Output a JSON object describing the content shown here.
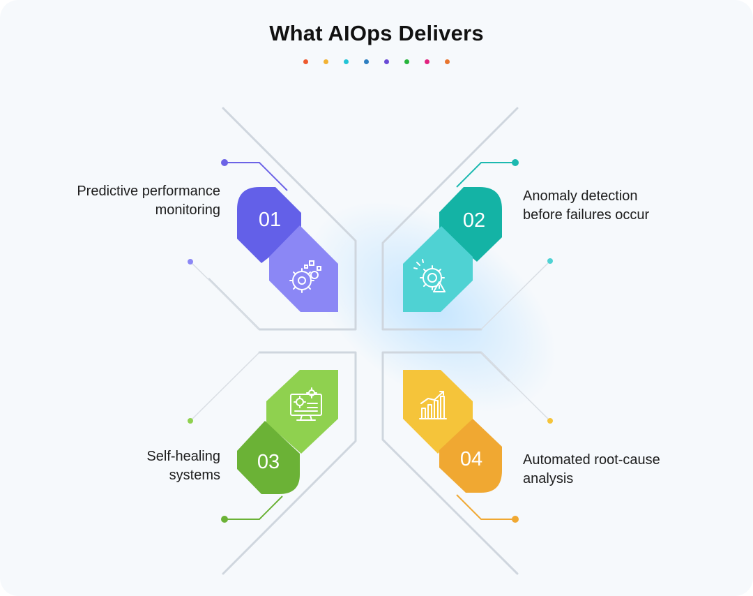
{
  "title": "What AIOps Delivers",
  "dot_colors": [
    "#ee5a2e",
    "#f2b233",
    "#22c4d6",
    "#2d7fc1",
    "#6a4bd6",
    "#27b53c",
    "#e1227f",
    "#e8752e"
  ],
  "items": [
    {
      "number": "01",
      "label_line1": "Predictive performance",
      "label_line2": "monitoring",
      "icon": "gears-icon",
      "color_dark": "#6360e8",
      "color_light": "#8b87f5",
      "accent": "#6c63e6"
    },
    {
      "number": "02",
      "label_line1": "Anomaly detection",
      "label_line2": "before failures occur",
      "icon": "gear-warning-icon",
      "color_dark": "#14b3a5",
      "color_light": "#4fd2d3",
      "accent": "#1cb9b0"
    },
    {
      "number": "03",
      "label_line1": "Self-healing",
      "label_line2": "systems",
      "icon": "monitor-gears-icon",
      "color_dark": "#6bb236",
      "color_light": "#8fd14f",
      "accent": "#6bb236"
    },
    {
      "number": "04",
      "label_line1": "Automated root-cause",
      "label_line2": "analysis",
      "icon": "bar-chart-icon",
      "color_dark": "#f0a832",
      "color_light": "#f5c43a",
      "accent": "#f0a832"
    }
  ]
}
